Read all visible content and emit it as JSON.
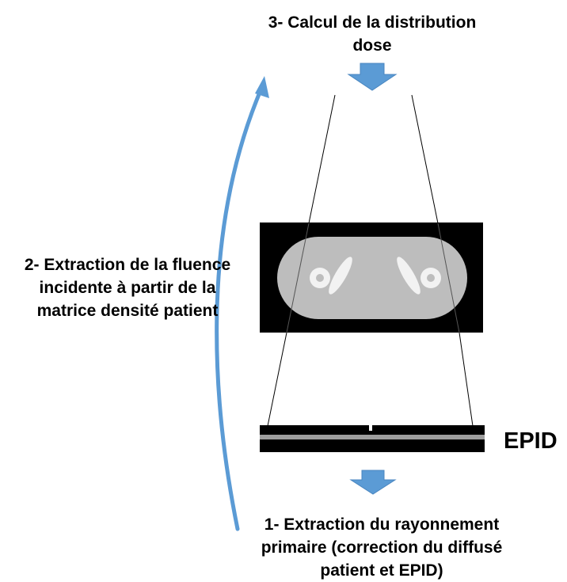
{
  "step3": {
    "line1": "3- Calcul de la distribution",
    "line2": "dose"
  },
  "step2": {
    "line1": "2- Extraction de la fluence",
    "line2": "incidente à partir de la",
    "line3": "matrice densité patient"
  },
  "step1": {
    "line1": "1- Extraction du rayonnement",
    "line2": "primaire (correction du diffusé",
    "line3": "patient et EPID)"
  },
  "epid": {
    "label": "EPID"
  },
  "colors": {
    "arrow_blue": "#5b9bd5",
    "arc_blue": "#5b9bd5",
    "ct_body": "#bdbdbd",
    "ct_background": "#000000",
    "detector_strip": "#9e9e9e"
  },
  "icons": {
    "down_arrow_top": "block-arrow-down",
    "down_arrow_bottom": "block-arrow-down",
    "curved_arrow": "curved-arrow-up"
  }
}
